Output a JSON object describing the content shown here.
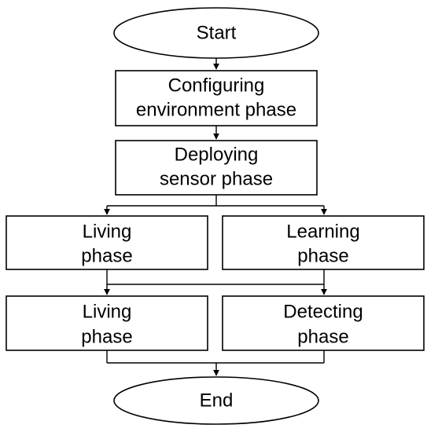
{
  "nodes": {
    "start": {
      "lines": [
        "Start"
      ]
    },
    "configuring": {
      "lines": [
        "Configuring",
        "environment phase"
      ]
    },
    "deploying": {
      "lines": [
        "Deploying",
        "sensor phase"
      ]
    },
    "living_1": {
      "lines": [
        "Living",
        "phase"
      ]
    },
    "learning": {
      "lines": [
        "Learning",
        "phase"
      ]
    },
    "living_2": {
      "lines": [
        "Living",
        "phase"
      ]
    },
    "detecting": {
      "lines": [
        "Detecting",
        "phase"
      ]
    },
    "end": {
      "lines": [
        "End"
      ]
    }
  }
}
